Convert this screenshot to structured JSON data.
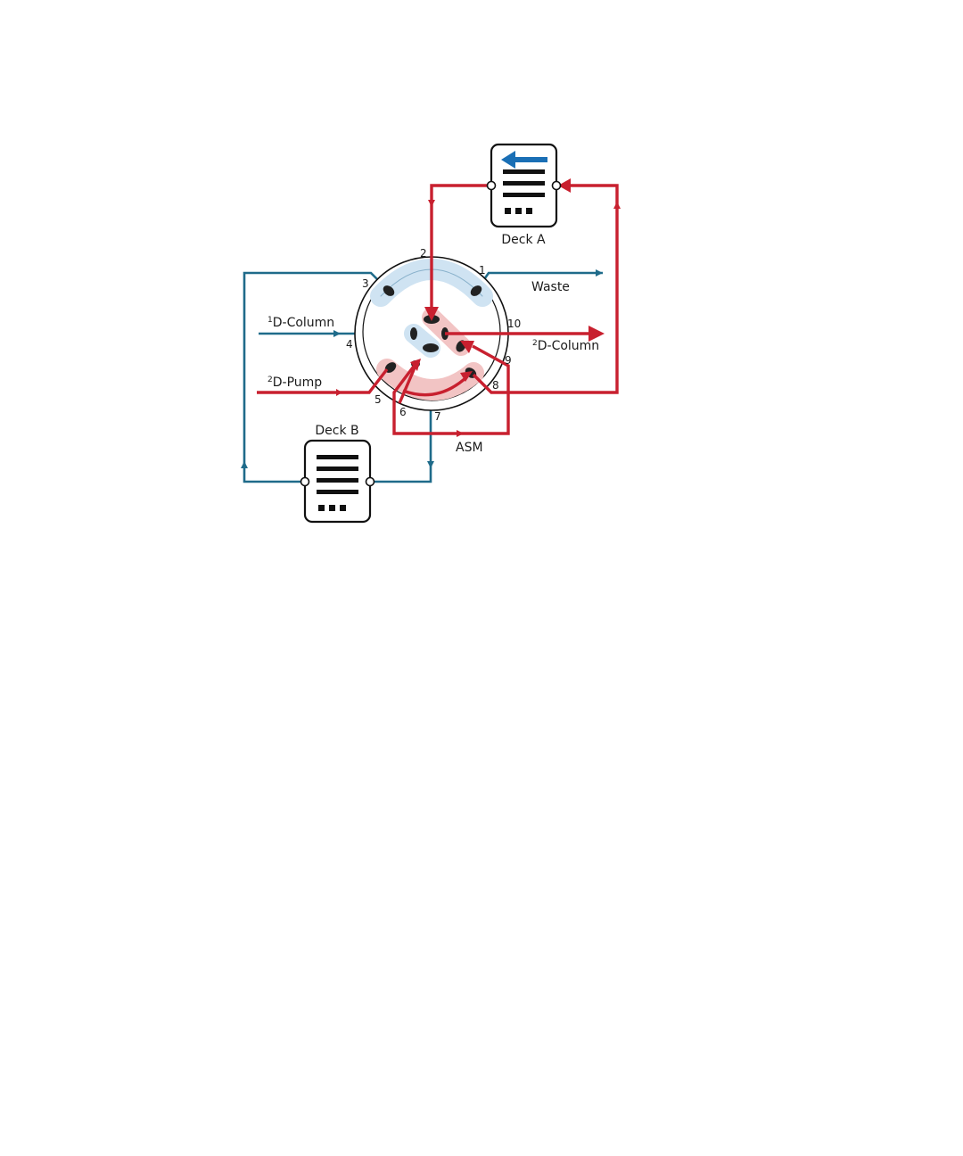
{
  "labels": {
    "deck_a": "Deck A",
    "deck_b": "Deck B",
    "waste": "Waste",
    "asm": "ASM",
    "col1_sup": "1",
    "col1": "D-Column",
    "col2_sup": "2",
    "col2": "D-Column",
    "pump_sup": "2",
    "pump": "D-Pump"
  },
  "ports": [
    "1",
    "2",
    "3",
    "4",
    "5",
    "6",
    "7",
    "8",
    "9",
    "10"
  ],
  "colors": {
    "red_flow": "#c8202f",
    "blue_flow": "#1f6b8a",
    "red_groove": "#f2c4c4",
    "blue_groove": "#cfe3f2",
    "arrow_blue": "#1a6fb5",
    "port_dark": "#222222"
  },
  "icons": {
    "deck_a": "loop-deck-icon",
    "deck_b": "loop-deck-icon",
    "valve": "rotary-valve-icon"
  }
}
